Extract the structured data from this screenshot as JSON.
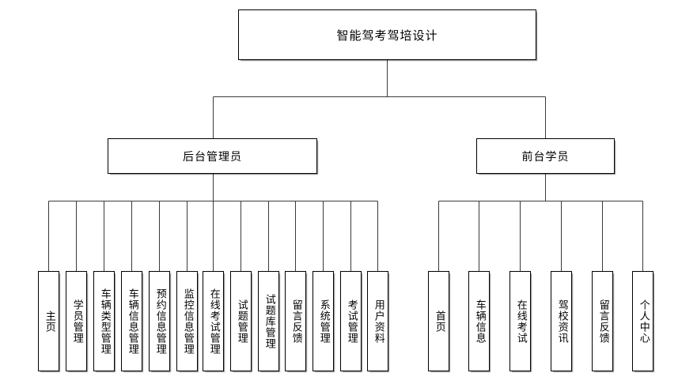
{
  "diagram": {
    "title": "智能驾考驾培设计",
    "type": "org-chart",
    "line_color": "#3a3a3a",
    "box_border_color": "#000000",
    "box_fill_color": "#ffffff",
    "root": {
      "label": "智能驾考驾培设计"
    },
    "branches": [
      {
        "label": "后台管理员",
        "leaves": [
          {
            "label": "主页"
          },
          {
            "label": "学员管理"
          },
          {
            "label": "车辆类型管理"
          },
          {
            "label": "车辆信息管理"
          },
          {
            "label": "预约信息管理"
          },
          {
            "label": "监控信息管理"
          },
          {
            "label": "在线考试管理"
          },
          {
            "label": "试题管理"
          },
          {
            "label": "试题库管理"
          },
          {
            "label": "留言反馈"
          },
          {
            "label": "系统管理"
          },
          {
            "label": "考试管理"
          },
          {
            "label": "用户资料"
          }
        ]
      },
      {
        "label": "前台学员",
        "leaves": [
          {
            "label": "首页"
          },
          {
            "label": "车辆信息"
          },
          {
            "label": "在线考试"
          },
          {
            "label": "驾校资讯"
          },
          {
            "label": "留言反馈"
          },
          {
            "label": "个人中心"
          }
        ]
      }
    ]
  }
}
